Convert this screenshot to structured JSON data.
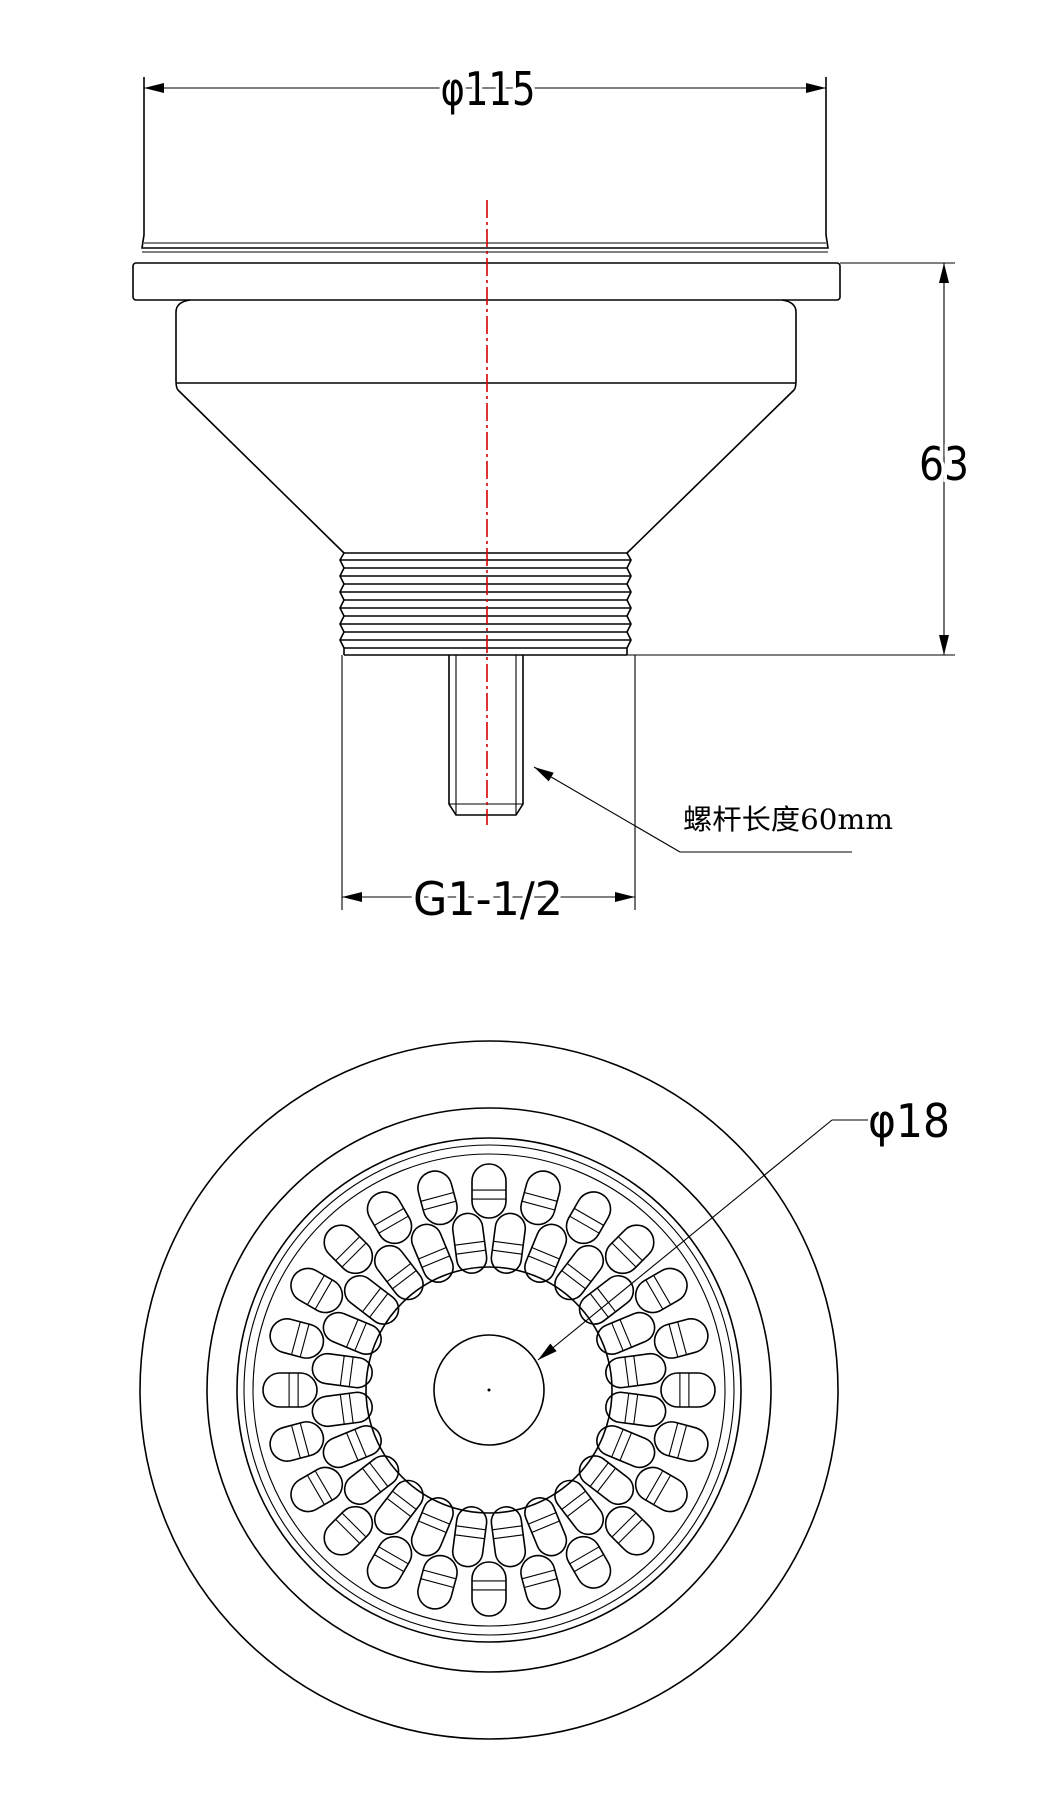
{
  "dimensions": {
    "diameter_top": "φ115",
    "height": "63",
    "thread": "G1-1/2",
    "screw_note": "螺杆长度60mm",
    "center_diameter": "φ18"
  },
  "colors": {
    "outline": "#000000",
    "centerline": "#d40000",
    "background": "#ffffff"
  },
  "strainer": {
    "slot_count": 24,
    "inner_slot_count": 24
  }
}
